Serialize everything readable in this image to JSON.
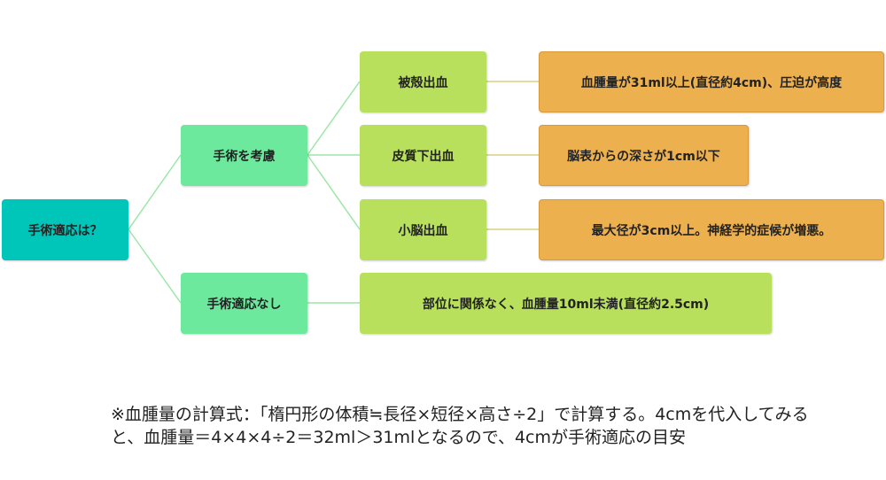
{
  "diagram": {
    "root": {
      "label": "手術適応は？"
    },
    "branches": [
      {
        "label": "手術を考慮"
      },
      {
        "label": "手術適応なし"
      }
    ],
    "hemorrhages": [
      {
        "label": "被殻出血",
        "criterion": "血腫量が31ml以上(直径約4cm)、圧迫が高度"
      },
      {
        "label": "皮質下出血",
        "criterion": "脳表からの深さが1cm以下"
      },
      {
        "label": "小脳出血",
        "criterion": "最大径が3cm以上。神経学的症候が増悪。"
      }
    ],
    "no_surgery_criterion": "部位に関係なく、血腫量10ml未満(直径約2.5cm)",
    "colors": {
      "root": "#00c5b9",
      "level1": "#6de99e",
      "level2": "#b8e05c",
      "level3": "#edb04f",
      "connector": "#9de6a7"
    }
  },
  "note": "※血腫量の計算式：「楕円形の体積≒長径×短径×高さ÷2」で計算する。4cmを代入してみると、血腫量＝4×4×4÷2＝32ml＞31mlとなるので、4cmが手術適応の目安"
}
